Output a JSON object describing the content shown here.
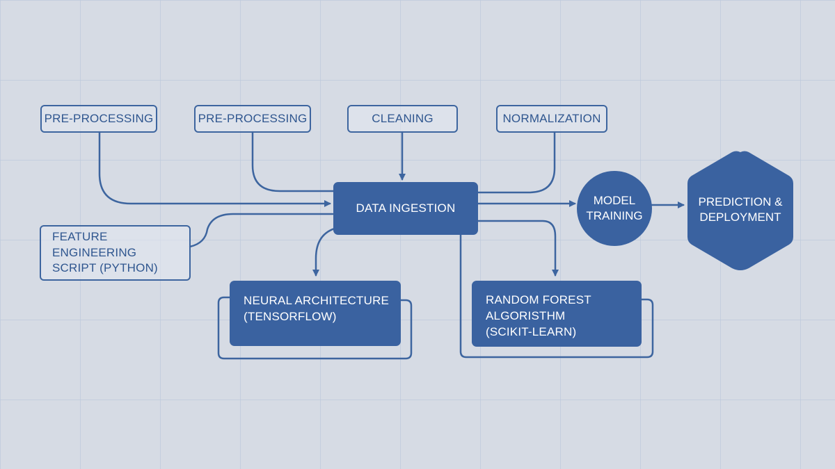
{
  "nodes": {
    "pre_processing_1": "PRE-PROCESSING",
    "pre_processing_2": "PRE-PROCESSING",
    "cleaning": "CLEANING",
    "normalization": "NORMALIZATION",
    "feature_engineering": [
      "FEATURE ENGINEERING",
      "SCRIPT (PYTHON)"
    ],
    "data_ingestion": "DATA INGESTION",
    "model_training": [
      "MODEL",
      "TRAINING"
    ],
    "prediction_deployment": [
      "PREDICTION &",
      "DEPLOYMENT"
    ],
    "neural_architecture": [
      "NEURAL ARCHITECTURE",
      "(TENSORFLOW)"
    ],
    "random_forest": [
      "RANDOM FOREST",
      "ALGORISTHM",
      "(SCIKIT-LEARN)"
    ]
  },
  "colors": {
    "background": "#d6dbe4",
    "grid": "#bfcadc",
    "accent": "#3a62a0",
    "outline": "#3d659f",
    "outline_text": "#2f568f",
    "connector": "#3d659f"
  }
}
